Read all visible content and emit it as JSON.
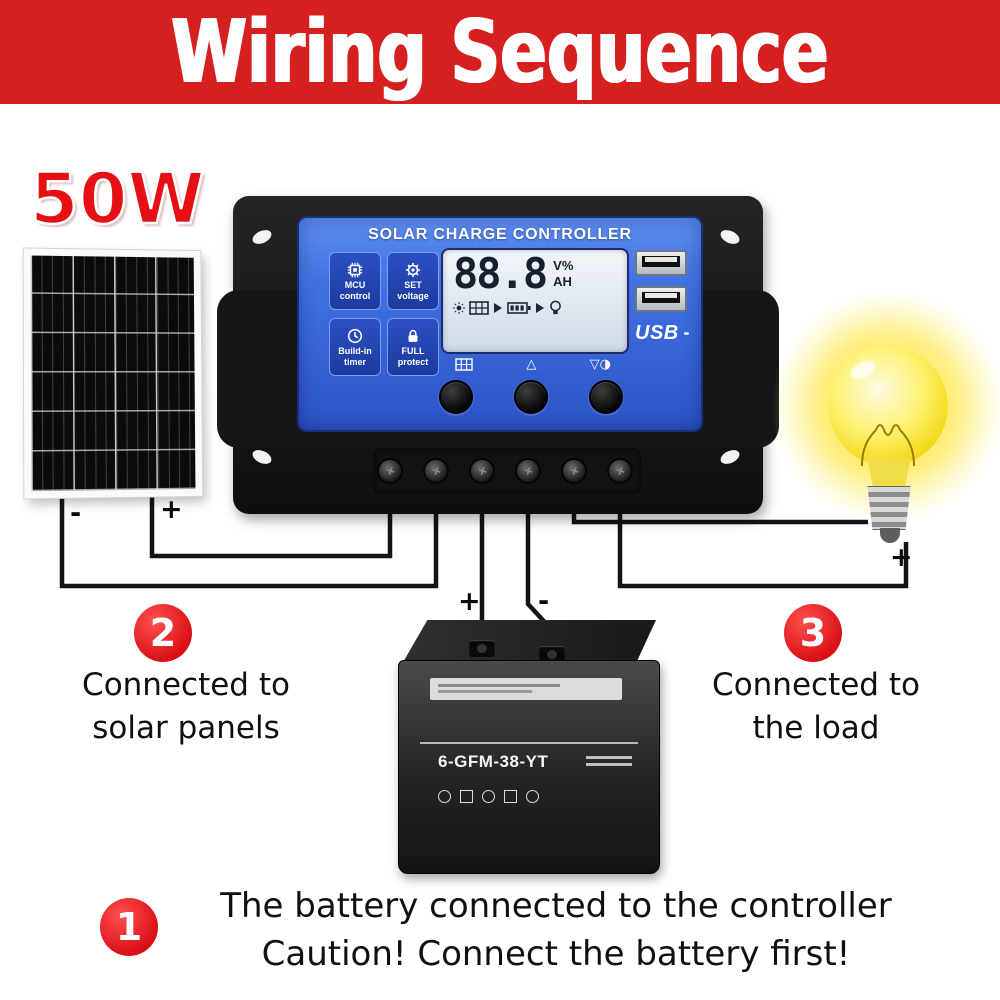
{
  "banner": {
    "title": "Wiring Sequence",
    "bg_color": "#d61f1f",
    "text_color": "#ffffff"
  },
  "solar_panel": {
    "wattage": "50W",
    "wattage_color": "#e50f15"
  },
  "controller": {
    "title": "SOLAR CHARGE CONTROLLER",
    "function_buttons": [
      {
        "icon": "chip-icon",
        "line1": "MCU",
        "line2": "control"
      },
      {
        "icon": "gear-icon",
        "line1": "SET",
        "line2": "voltage"
      },
      {
        "icon": "clock-icon",
        "line1": "Build-in",
        "line2": "timer"
      },
      {
        "icon": "lock-icon",
        "line1": "FULL",
        "line2": "protect"
      }
    ],
    "lcd": {
      "reading": "88.8",
      "unit_top": "V%",
      "unit_bottom": "AH",
      "status_icons": [
        "sun-icon",
        "solar-panel-icon",
        "arrow-right-icon",
        "battery-icon",
        "arrow-right-icon",
        "bulb-icon"
      ]
    },
    "usb_label": "USB",
    "button_marks": {
      "left_icon": "solar-panel-icon",
      "middle_mark": "△",
      "right_mark": "▽◑"
    }
  },
  "wire_labels": {
    "panel_minus": "-",
    "panel_plus": "+",
    "battery_plus": "+",
    "battery_minus": "-",
    "load_plus": "+"
  },
  "battery": {
    "model": "6-GFM-38-YT"
  },
  "callouts": {
    "solar": {
      "badge": "2",
      "line1": "Connected to",
      "line2": "solar panels"
    },
    "load": {
      "badge": "3",
      "line1": "Connected to",
      "line2": "the load"
    },
    "battery_note": {
      "badge": "1",
      "line1": "The battery connected to the controller",
      "line2": "Caution! Connect the battery first!"
    }
  },
  "colors": {
    "badge_red": "#e01218",
    "controller_blue": "#3f6fe0",
    "lcd_bg": "#dfe8f0",
    "glow_yellow": "#ffe95e"
  }
}
